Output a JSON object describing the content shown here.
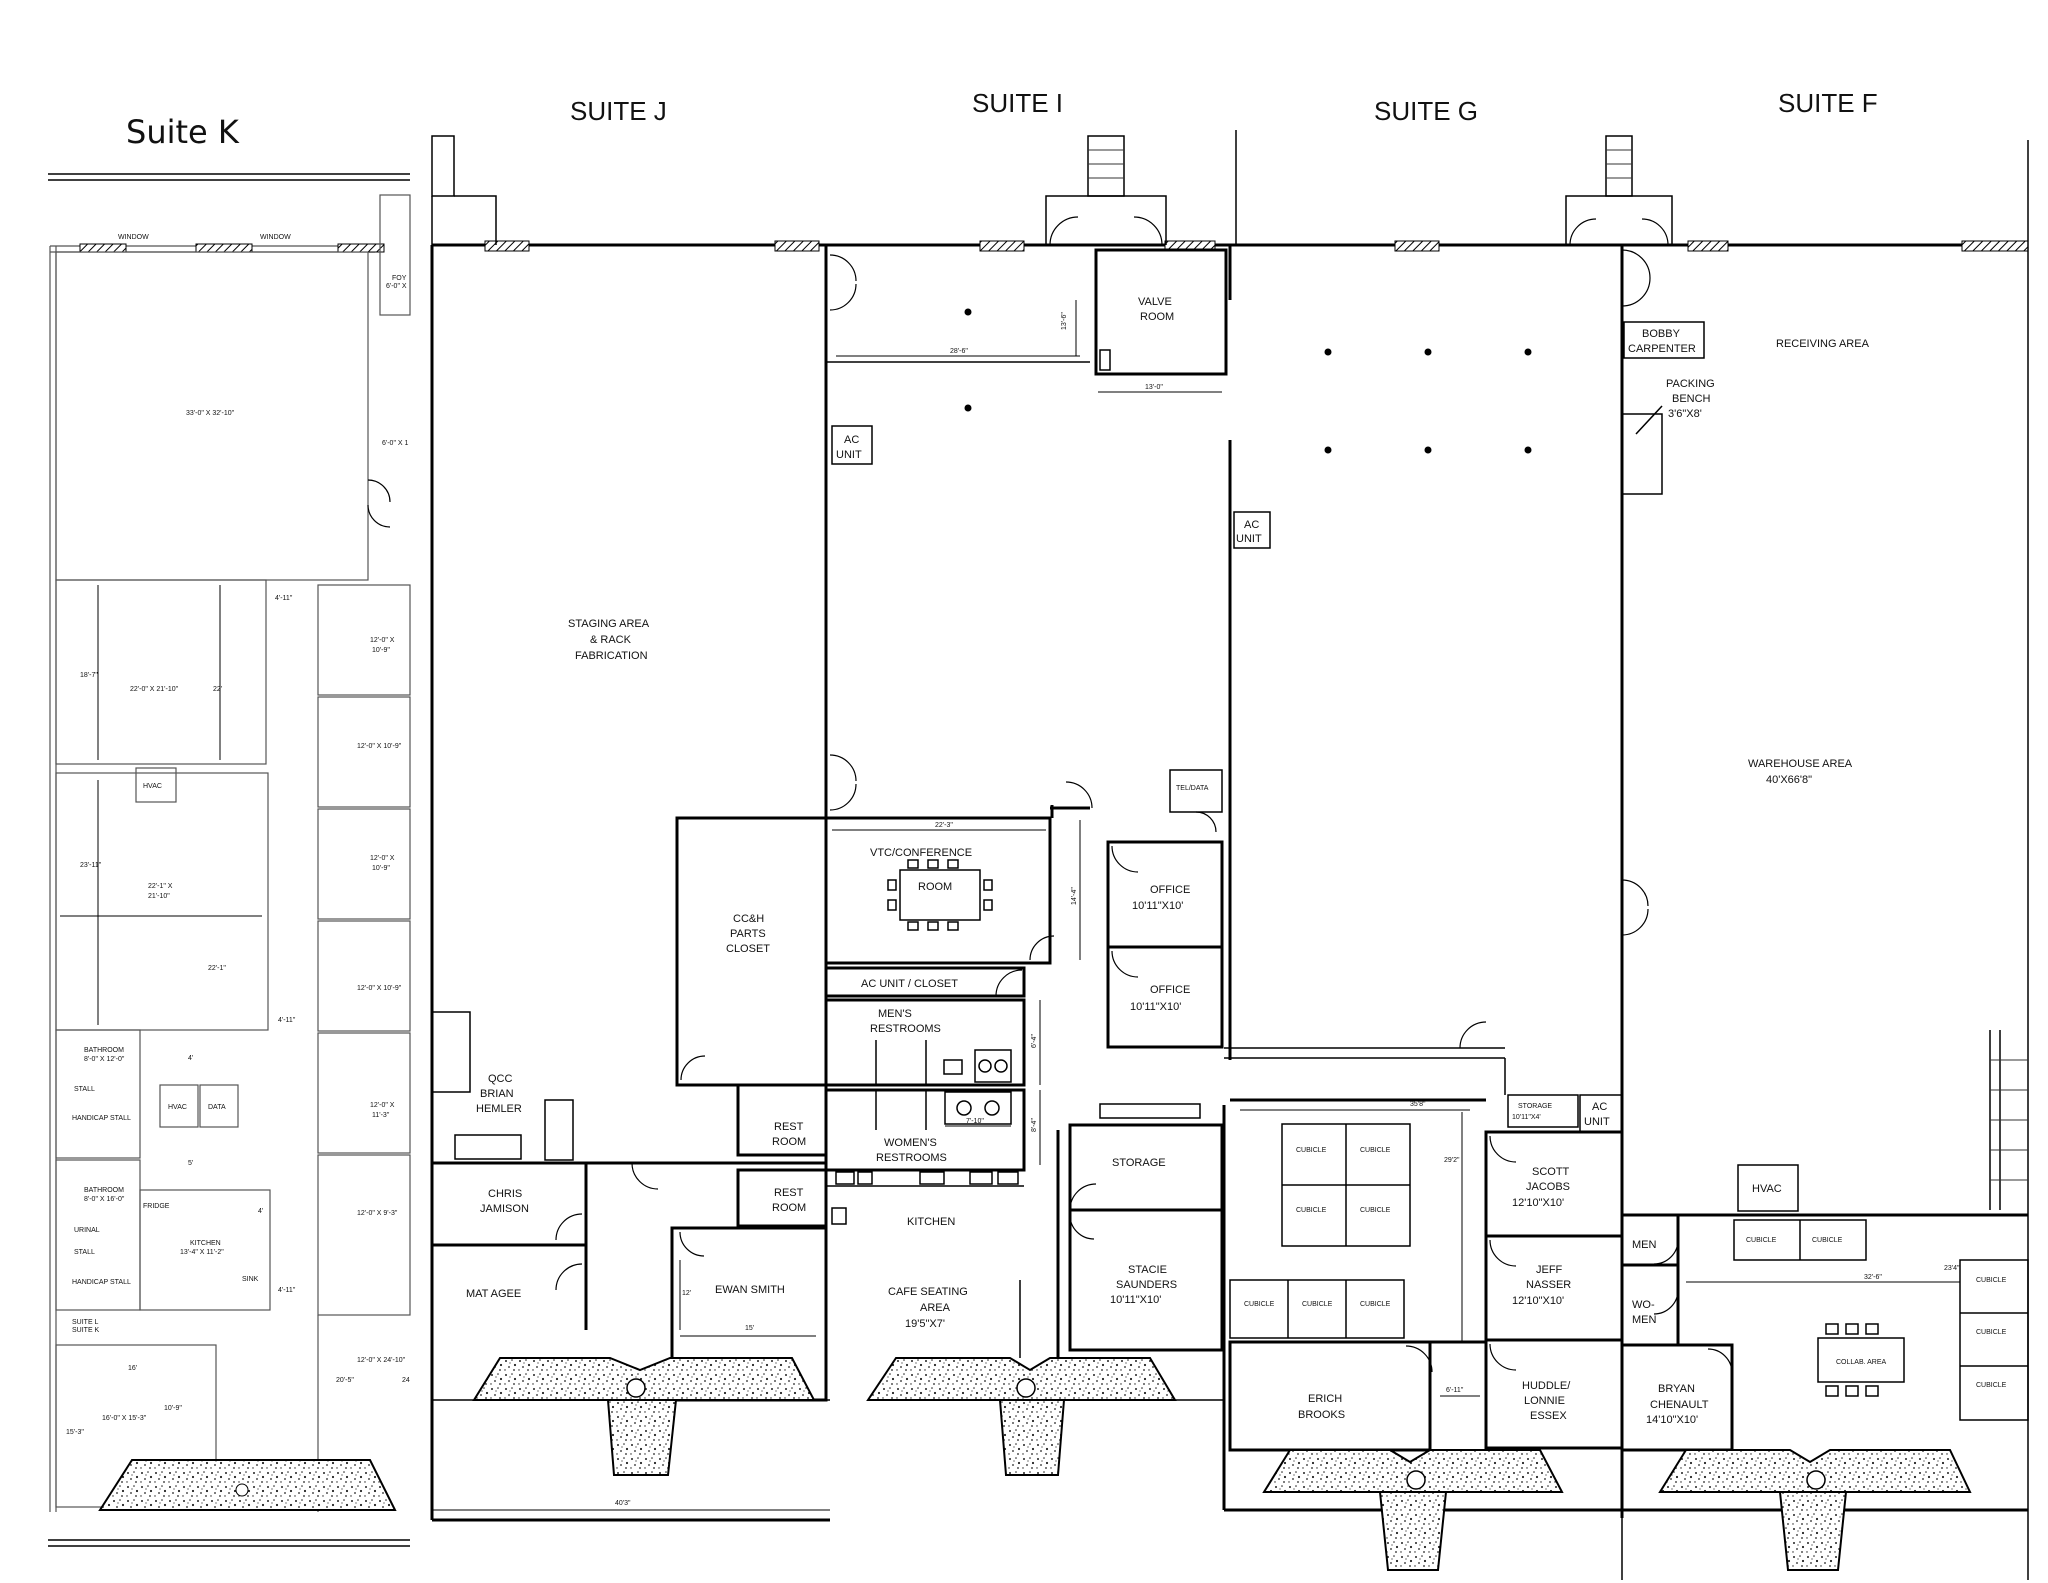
{
  "suites": {
    "k": "Suite K",
    "j": "SUITE J",
    "i": "SUITE I",
    "g": "SUITE G",
    "f": "SUITE F"
  },
  "suite_k_rooms": {
    "window_1": "WINDOW",
    "window_2": "WINDOW",
    "foyer": "FOY",
    "foyer_dim": "6'-0\" X",
    "main_room": "33'-0\" X 32'-10\"",
    "side_room": "6'-0\" X 1",
    "dim_4_11_a": "4'-11\"",
    "dim_18_7": "18'-7\"",
    "room_a": "22'-0\" X 21'-10\"",
    "dim_22": "22'",
    "office_1": "12'-0\" X",
    "office_1b": "10'-9\"",
    "office_2": "12'-0\" X 10'-9\"",
    "hvac": "HVAC",
    "dim_23_11": "23'-11\"",
    "room_b_1": "22'-1\" X",
    "room_b_2": "21'-10\"",
    "office_3": "12'-0\" X",
    "office_3b": "10'-9\"",
    "dim_22_1": "22'-1\"",
    "office_4": "12'-0\" X 10'-9\"",
    "dim_4_11_b": "4'-11\"",
    "bathroom_1": "BATHROOM",
    "bathroom_1_dim": "8'-0\" X 12'-0\"",
    "stall": "STALL",
    "handicap_stall_1": "HANDICAP STALL",
    "dim_4": "4'",
    "hvac_2": "HVAC",
    "data": "DATA",
    "office_5": "12'-0\" X",
    "office_5b": "11'-3\"",
    "dim_5": "5'",
    "bathroom_2": "BATHROOM",
    "bathroom_2_dim": "8'-0\" X 16'-0\"",
    "urinal": "URINAL",
    "stall_2": "STALL",
    "handicap_stall_2": "HANDICAP STALL",
    "fridge": "FRIDGE",
    "dim_4b": "4'",
    "kitchen": "KITCHEN",
    "kitchen_dim": "13'-4\" X 11'-2\"",
    "sink": "SINK",
    "office_6": "12'-0\" X 9'-3\"",
    "dim_4_11_c": "4'-11\"",
    "suite_l": "SUITE L",
    "suite_k_small": "SUITE K",
    "dim_16": "16'",
    "dim_10_9": "10'-9\"",
    "dim_15_3": "15'-3\"",
    "room_c": "16'-0\" X 15'-3\"",
    "dim_20_5": "20'-5\"",
    "room_d": "12'-0\" X 24'-10\"",
    "dim_24": "24"
  },
  "rooms": {
    "staging_1": "STAGING AREA",
    "staging_2": "& RACK",
    "staging_3": "FABRICATION",
    "valve_1": "VALVE",
    "valve_2": "ROOM",
    "ac_unit_a_1": "AC",
    "ac_unit_a_2": "UNIT",
    "ac_unit_b_1": "AC",
    "ac_unit_b_2": "UNIT",
    "bobby_1": "BOBBY",
    "bobby_2": "CARPENTER",
    "packing_1": "PACKING",
    "packing_2": "BENCH",
    "packing_3": "3'6\"X8'",
    "receiving": "RECEIVING AREA",
    "warehouse_1": "WAREHOUSE AREA",
    "warehouse_2": "40'X66'8\"",
    "tel_data": "TEL/DATA",
    "vtc_1": "VTC/CONFERENCE",
    "vtc_2": "ROOM",
    "cch_1": "CC&H",
    "cch_2": "PARTS",
    "cch_3": "CLOSET",
    "office_a_1": "OFFICE",
    "office_a_2": "10'11\"X10'",
    "office_b_1": "OFFICE",
    "office_b_2": "10'11\"X10'",
    "ac_closet": "AC UNIT / CLOSET",
    "mens_1": "MEN'S",
    "mens_2": "RESTROOMS",
    "qcc_1": "QCC",
    "qcc_2": "BRIAN",
    "qcc_3": "HEMLER",
    "rest_1a": "REST",
    "rest_1b": "ROOM",
    "womens_1": "WOMEN'S",
    "womens_2": "RESTROOMS",
    "storage_1": "STORAGE",
    "storage_small_1": "STORAGE",
    "storage_small_2": "10'11\"X4'",
    "ac_unit_c_1": "AC",
    "ac_unit_c_2": "UNIT",
    "chris_1": "CHRIS",
    "chris_2": "JAMISON",
    "rest_2a": "REST",
    "rest_2b": "ROOM",
    "kitchen": "KITCHEN",
    "scott_1": "SCOTT",
    "scott_2": "JACOBS",
    "scott_3": "12'10\"X10'",
    "hvac": "HVAC",
    "mat": "MAT AGEE",
    "ewan": "EWAN SMITH",
    "cafe_1": "CAFE SEATING",
    "cafe_2": "AREA",
    "cafe_3": "19'5\"X7'",
    "stacie_1": "STACIE",
    "stacie_2": "SAUNDERS",
    "stacie_3": "10'11\"X10'",
    "jeff_1": "JEFF",
    "jeff_2": "NASSER",
    "jeff_3": "12'10\"X10'",
    "men": "MEN",
    "women_1": "WO-",
    "women_2": "MEN",
    "erich_1": "ERICH",
    "erich_2": "BROOKS",
    "huddle_1": "HUDDLE/",
    "huddle_2": "LONNIE",
    "huddle_3": "ESSEX",
    "bryan_1": "BRYAN",
    "bryan_2": "CHENAULT",
    "bryan_3": "14'10\"X10'",
    "collab": "COLLAB. AREA",
    "cubicle": "CUBICLE"
  },
  "dimensions": {
    "d_28_6": "28'-6\"",
    "d_13_6": "13'-6\"",
    "d_13_0": "13'-0\"",
    "d_22_3": "22'-3\"",
    "d_14_4": "14'-4\"",
    "d_12": "12'",
    "d_15": "15'",
    "d_40_3": "40'3\"",
    "d_35_8": "35'8\"",
    "d_29_2": "29'2\"",
    "d_6_11": "6'-11\"",
    "d_32_6": "32'-6\"",
    "d_23_4": "23'4\"",
    "d_7_10": "7'-10\"",
    "d_6_4": "6'-4\"",
    "d_8_4": "8'-4\""
  }
}
